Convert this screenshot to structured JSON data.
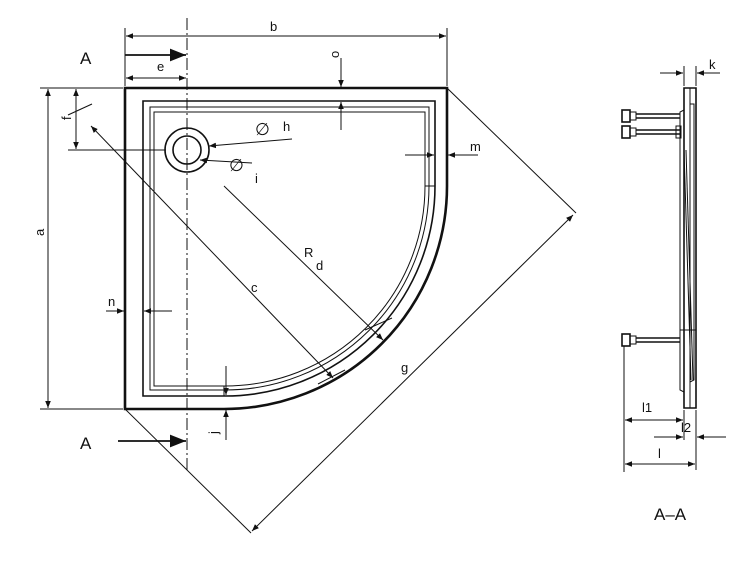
{
  "labels": {
    "a": "a",
    "b": "b",
    "c": "c",
    "d": "d",
    "e": "e",
    "f": "f",
    "g": "g",
    "h": "h",
    "i": "i",
    "j": "j",
    "k": "k",
    "m": "m",
    "n": "n",
    "o": "o",
    "R": "R",
    "l": "l",
    "l1": "l1",
    "l2": "l2",
    "A_top": "A",
    "A_bottom": "A",
    "section": "A–A",
    "diameter": "∅"
  }
}
